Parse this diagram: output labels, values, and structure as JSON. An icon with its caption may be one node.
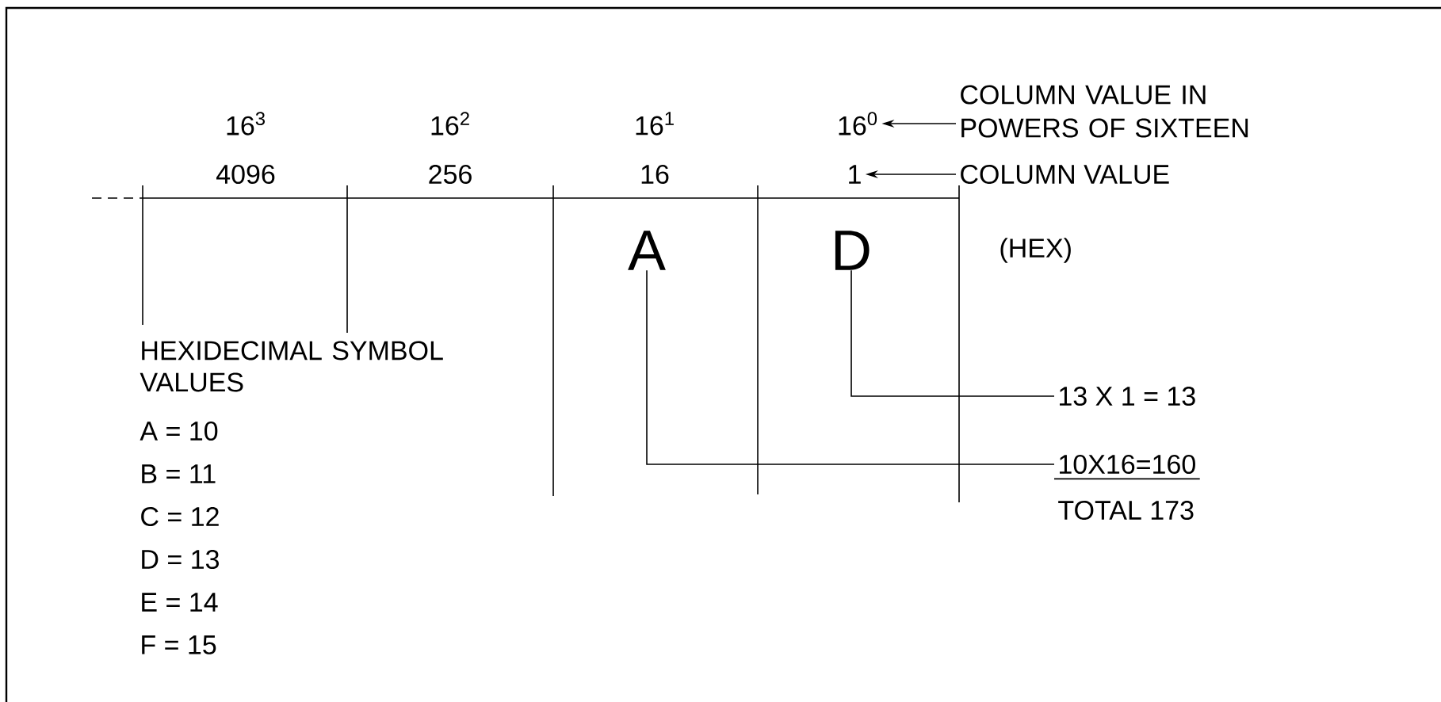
{
  "diagram": {
    "nodes": [
      {
        "text": [
          "16$^{0}$"
        ]
      },
      {
        "text": [
          "COLUMN VALUE IN POWERS OF SIXTEEN"
        ]
      },
      {
        "text": [
          "1"
        ]
      },
      {
        "text": [
          "COLUMN VALUE"
        ]
      },
      {
        "text": [
          "A"
        ]
      },
      {
        "text": [
          "D"
        ]
      },
      {
        "text": [
          "13 X 1 = 13"
        ]
      },
      {
        "text": [
          "10X16=160"
        ]
      }
    ],
    "edges": [
      {
        "from": 1,
        "to": 0,
        "arrow": "to"
      },
      {
        "from": 3,
        "to": 2,
        "arrow": "to"
      },
      {
        "from": 5,
        "to": 6,
        "arrow": "none"
      },
      {
        "from": 4,
        "to": 7,
        "arrow": "none"
      }
    ],
    "labels": [
      "16$^{3}$",
      "16$^{2}$",
      "16$^{1}$",
      "4096",
      "256",
      "16",
      "(HEX)",
      "HEXIDECIMAL SYMBOL VALUES",
      "A = 10",
      "B = 11",
      "C = 12",
      "D = 13",
      "E = 14",
      "F = 15",
      "TOTAL 173"
    ]
  }
}
